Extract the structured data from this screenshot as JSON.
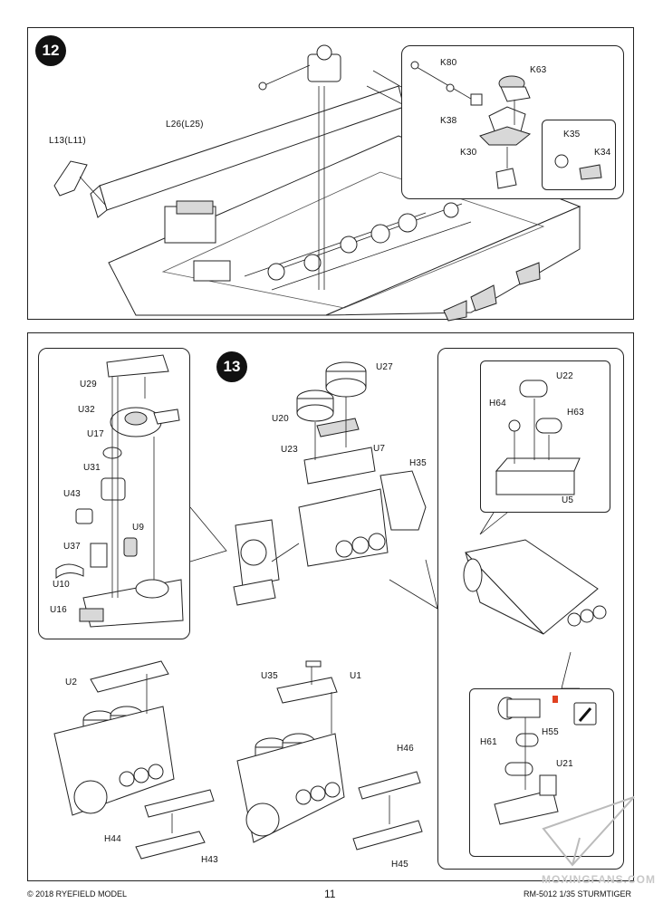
{
  "step12": {
    "number": "12",
    "labels": {
      "l13": "L13(L11)",
      "l26": "L26(L25)",
      "k80": "K80",
      "k63": "K63",
      "k38": "K38",
      "k30": "K30",
      "k35": "K35",
      "k34": "K34"
    }
  },
  "step13": {
    "number": "13",
    "labels": {
      "u29": "U29",
      "u32": "U32",
      "u17": "U17",
      "u31": "U31",
      "u43": "U43",
      "u9": "U9",
      "u37": "U37",
      "u10": "U10",
      "u16": "U16",
      "u27": "U27",
      "u20": "U20",
      "u23": "U23",
      "u7": "U7",
      "h35": "H35",
      "u22": "U22",
      "h64": "H64",
      "h63": "H63",
      "u5": "U5",
      "u2": "U2",
      "h44": "H44",
      "h43": "H43",
      "u35": "U35",
      "u1": "U1",
      "h46": "H46",
      "h45": "H45",
      "h61": "H61",
      "h55": "H55",
      "u21": "U21"
    }
  },
  "footer": {
    "copyright": "© 2018 RYEFIELD MODEL",
    "page": "11",
    "product": "RM-5012 1/35 STURMTIGER"
  },
  "watermark": "MOXINGFANS.COM"
}
